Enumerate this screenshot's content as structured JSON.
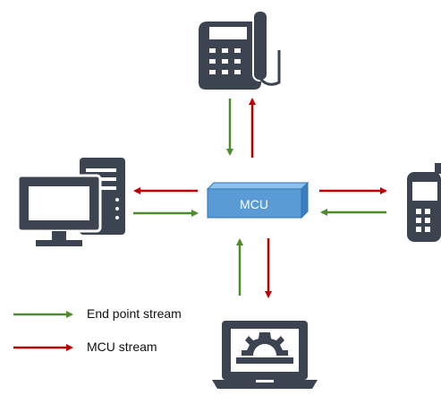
{
  "mcu": {
    "label": "MCU"
  },
  "legend": {
    "endpoint_label": "End point stream",
    "mcu_label": "MCU stream"
  },
  "colors": {
    "endpoint_stream": "#4c8c2b",
    "mcu_stream": "#c00000",
    "device_dark": "#3b4450",
    "mcu_box": "#5b9bd5"
  },
  "icons": {
    "top": "desk-phone-icon",
    "left": "desktop-computer-icon",
    "right": "mobile-phone-icon",
    "bottom": "laptop-gear-icon"
  }
}
